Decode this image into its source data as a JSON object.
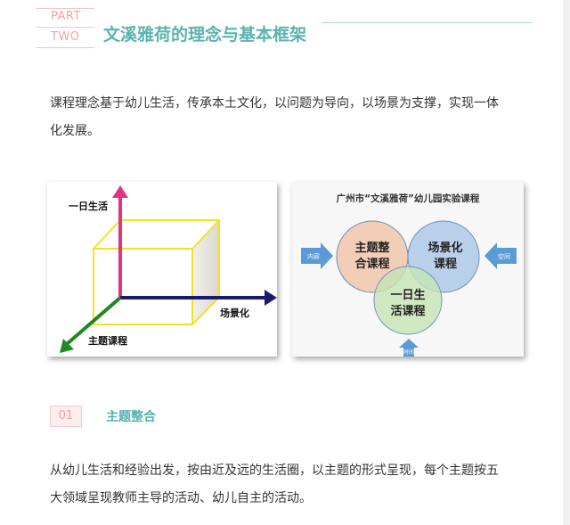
{
  "header": {
    "part_label": "PART",
    "part_number": "TWO",
    "title": "文溪雅荷的理念与基本框架"
  },
  "intro": {
    "line1": "课程理念基于幼儿生活，传承本土文化，以问题为导向，以场景为支撑，实现一体",
    "line2": "化发展。"
  },
  "figure_left": {
    "axis_vertical": "一日生活",
    "axis_horizontal": "场景化",
    "axis_depth": "主题课程"
  },
  "figure_right": {
    "title": "广州市“文溪雅荷”幼儿园实验课程",
    "circle_theme_line1": "主题整",
    "circle_theme_line2": "合课程",
    "circle_scene_line1": "场景化",
    "circle_scene_line2": "课程",
    "circle_daily_line1": "一日生",
    "circle_daily_line2": "活课程",
    "arrow_left": "内容",
    "arrow_right": "空间",
    "arrow_bottom": "时间"
  },
  "section": {
    "number": "01",
    "title": "主题整合",
    "line1": "从幼儿生活和经验出发，按由近及远的生活圈，以主题的形式呈现，每个主题按五",
    "line2": "大领域呈现教师主导的活动、幼儿自主的活动。"
  },
  "colors": {
    "accent_pink": "#f2a3a3",
    "accent_teal": "#5ab3ae"
  }
}
